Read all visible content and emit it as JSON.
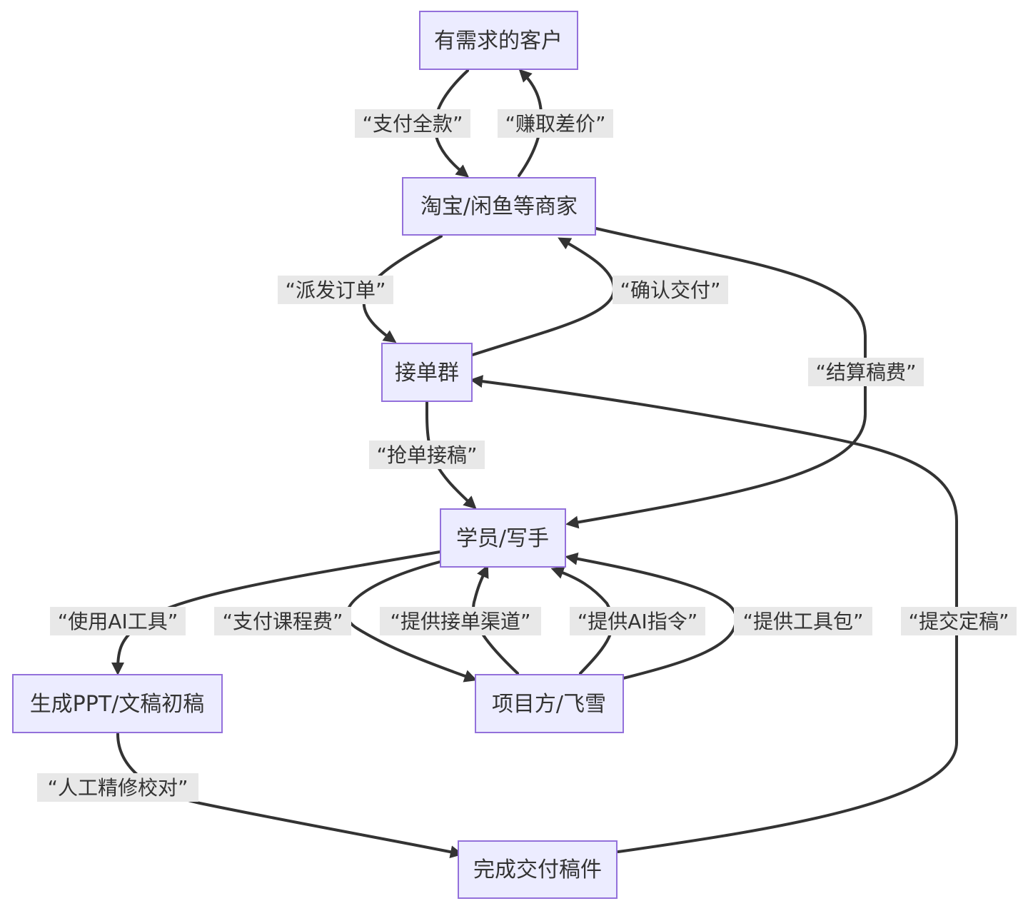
{
  "nodes": {
    "customer": "有需求的客户",
    "merchant": "淘宝/闲鱼等商家",
    "order_group": "接单群",
    "writer": "学员/写手",
    "draft": "生成PPT/文稿初稿",
    "project": "项目方/飞雪",
    "delivered": "完成交付稿件"
  },
  "edges": {
    "pay_full": "“支付全款”",
    "earn_margin": "“赚取差价”",
    "dispatch": "“派发订单”",
    "confirm": "“确认交付”",
    "settle": "“结算稿费”",
    "grab": "“抢单接稿”",
    "use_ai": "“使用AI工具”",
    "pay_course": "“支付课程费”",
    "channel": "“提供接单渠道”",
    "ai_prompt": "“提供AI指令”",
    "toolkit": "“提供工具包”",
    "submit": "“提交定稿”",
    "polish": "“人工精修校对”"
  },
  "colors": {
    "node_fill": "#ececff",
    "node_stroke": "#9370db",
    "edge": "#333333",
    "label_bg": "#e8e8e8",
    "text": "#333333"
  }
}
